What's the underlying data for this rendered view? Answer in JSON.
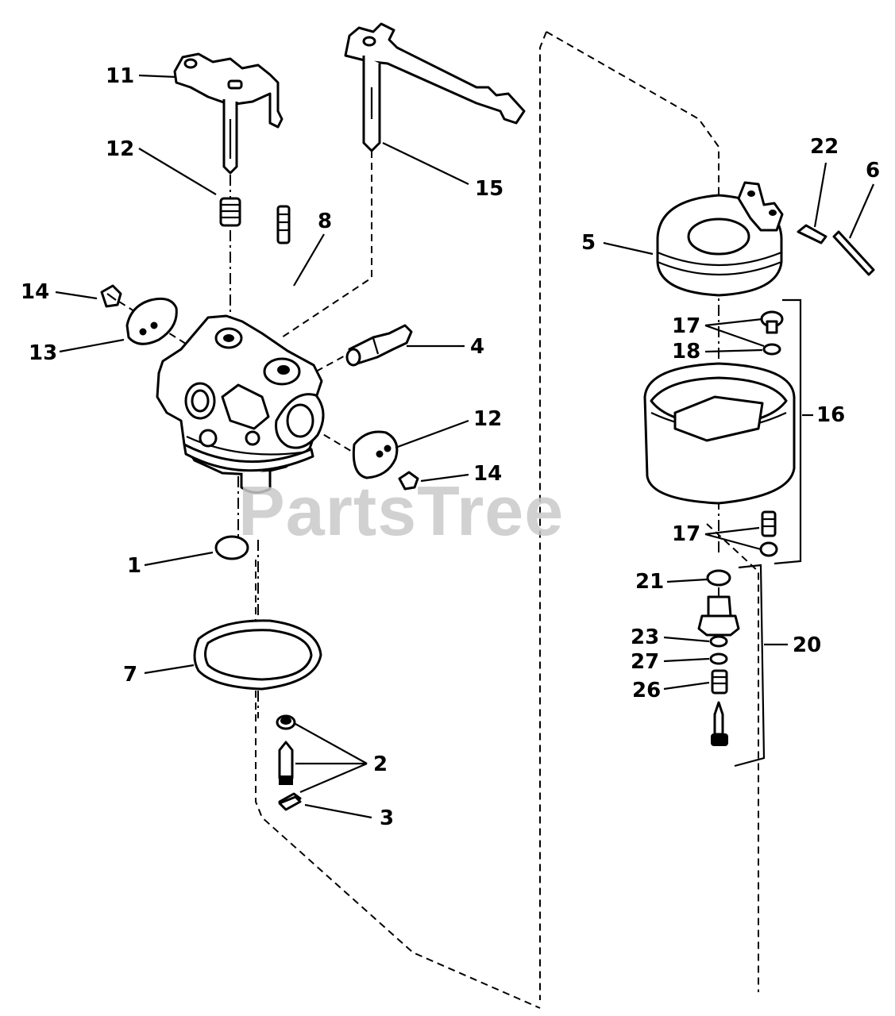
{
  "watermark": "PartsTree",
  "callouts": [
    {
      "id": "11",
      "text": "11"
    },
    {
      "id": "12a",
      "text": "12"
    },
    {
      "id": "15",
      "text": "15"
    },
    {
      "id": "8",
      "text": "8"
    },
    {
      "id": "14a",
      "text": "14"
    },
    {
      "id": "13",
      "text": "13"
    },
    {
      "id": "4",
      "text": "4"
    },
    {
      "id": "12b",
      "text": "12"
    },
    {
      "id": "14b",
      "text": "14"
    },
    {
      "id": "1",
      "text": "1"
    },
    {
      "id": "7",
      "text": "7"
    },
    {
      "id": "2",
      "text": "2"
    },
    {
      "id": "3",
      "text": "3"
    },
    {
      "id": "22",
      "text": "22"
    },
    {
      "id": "6",
      "text": "6"
    },
    {
      "id": "5",
      "text": "5"
    },
    {
      "id": "17a",
      "text": "17"
    },
    {
      "id": "18",
      "text": "18"
    },
    {
      "id": "16",
      "text": "16"
    },
    {
      "id": "17b",
      "text": "17"
    },
    {
      "id": "21",
      "text": "21"
    },
    {
      "id": "23",
      "text": "23"
    },
    {
      "id": "27",
      "text": "27"
    },
    {
      "id": "26",
      "text": "26"
    },
    {
      "id": "20",
      "text": "20"
    }
  ],
  "colors": {
    "line": "#000000",
    "paper": "#ffffff",
    "watermark": "#c9c9c9"
  }
}
